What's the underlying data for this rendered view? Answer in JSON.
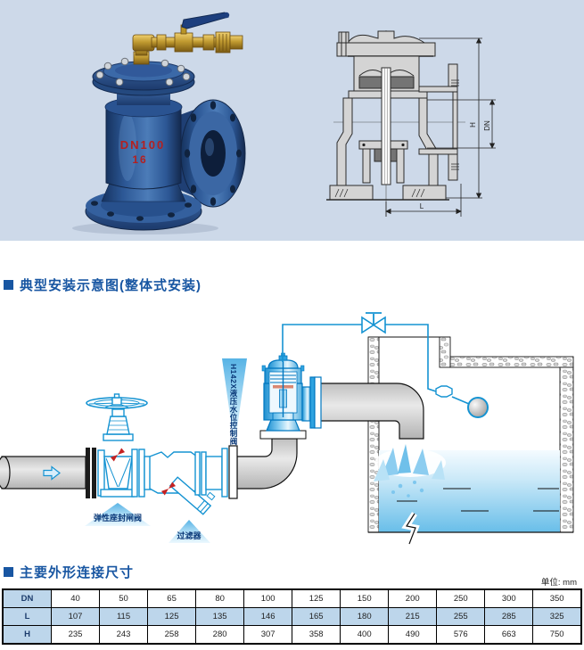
{
  "colors": {
    "hero_background": "#cdd9e9",
    "accent_blue": "#1856a2",
    "diagram_line_blue": "#1593d2",
    "flow_arrow_red": "#c42222",
    "table_header_bg": "#bdd6eb",
    "pipe_gray": "#d2d2d2",
    "valve_body_blue": "#2c5795",
    "cast_text_red": "#b42020"
  },
  "hero": {
    "photo": {
      "cast_label_line1": "DN100",
      "cast_label_line2": "16"
    },
    "drawing": {
      "dim_h": "H",
      "dim_dn": "DN",
      "dim_l": "L"
    }
  },
  "sections": {
    "installation": {
      "title": "典型安装示意图(整体式安装)"
    },
    "dimensions": {
      "title": "主要外形连接尺寸",
      "unit_note": "单位: mm"
    }
  },
  "diagram": {
    "callouts": {
      "gate_valve": "弹性座封闸阀",
      "strainer": "过滤器",
      "main_valve": "H142X液压水位控制阀"
    }
  },
  "table": {
    "rows": [
      {
        "label": "DN",
        "values": [
          "40",
          "50",
          "65",
          "80",
          "100",
          "125",
          "150",
          "200",
          "250",
          "300",
          "350"
        ]
      },
      {
        "label": "L",
        "values": [
          "107",
          "115",
          "125",
          "135",
          "146",
          "165",
          "180",
          "215",
          "255",
          "285",
          "325"
        ]
      },
      {
        "label": "H",
        "values": [
          "235",
          "243",
          "258",
          "280",
          "307",
          "358",
          "400",
          "490",
          "576",
          "663",
          "750"
        ]
      }
    ]
  }
}
